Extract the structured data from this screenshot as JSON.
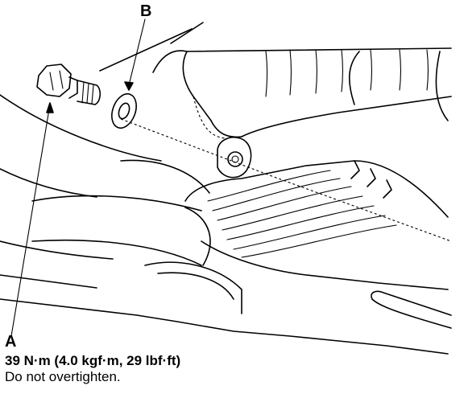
{
  "callouts": {
    "a": "A",
    "b": "B"
  },
  "spec": {
    "torque": "39 N·m (4.0 kgf·m, 29 lbf·ft)",
    "note": "Do not overtighten."
  },
  "parts": {
    "a_icon": "flange-bolt-icon",
    "b_icon": "sealing-washer-icon"
  }
}
